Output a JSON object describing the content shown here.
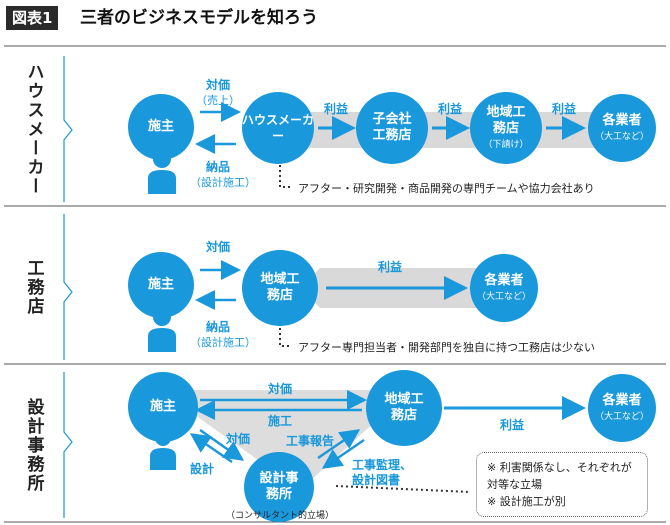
{
  "figure": {
    "label": "図表1",
    "title": "三者のビジネスモデルを知ろう"
  },
  "colors": {
    "accent": "#1a98dc",
    "band": "#d9d9d9",
    "panel_bg": "#eef3f8"
  },
  "sections": {
    "house_maker": {
      "label": "ハウスメーカー",
      "client": "施主",
      "maker": "ハウスメーカー",
      "subsidiary": "子会社工務店",
      "local": "地域工務店",
      "local_sub": "（下請け）",
      "trades": "各業者",
      "trades_sub": "（大工など）",
      "pay_label": "対価",
      "pay_sub": "（売上）",
      "deliver_label": "納品",
      "deliver_sub": "（設計施工）",
      "profit1": "利益",
      "profit2": "利益",
      "profit3": "利益",
      "note": "アフター・研究開発・商品開発の専門チームや協力会社あり"
    },
    "builder": {
      "label": "工務店",
      "client": "施主",
      "local": "地域工務店",
      "trades": "各業者",
      "trades_sub": "（大工など）",
      "pay_label": "対価",
      "deliver_label": "納品",
      "deliver_sub": "（設計施工）",
      "profit": "利益",
      "note": "アフター専門担当者・開発部門を独自に持つ工務店は少ない"
    },
    "architect": {
      "label": "設計事務所",
      "client": "施主",
      "local": "地域工務店",
      "office": "設計事務所",
      "office_sub": "（コンサルタント的立場）",
      "trades": "各業者",
      "trades_sub": "（大工など）",
      "pay_top": "対価",
      "build_label": "施工",
      "pay_left": "対価",
      "design_label": "設計",
      "report_label": "工事報告",
      "supervise_label": "工事監理、設計図書",
      "profit": "利益",
      "box_note": [
        "※ 利害関係なし、それぞれが対等な立場",
        "※ 設計施工が別"
      ]
    }
  }
}
